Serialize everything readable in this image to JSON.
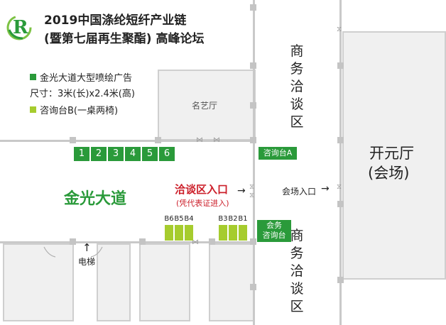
{
  "header": {
    "logo_letter": "R",
    "title_line1": "2019中国涤纶短纤产业链",
    "title_line2": "(暨第七届再生聚酯) 高峰论坛"
  },
  "legend": {
    "item1": "金光大道大型喷绘广告",
    "item1_size": "尺寸：3米(长)x2.4米(高)",
    "item2": "咨询台B(一桌两椅)",
    "item1_color": "#2a9a3a",
    "item2_color": "#a6cc2e"
  },
  "rooms": {
    "mingyi": "名艺厅",
    "kaiyuan_line1": "开元厅",
    "kaiyuan_line2": "(会场)",
    "business_chars": [
      "商",
      "务",
      "洽",
      "谈",
      "区"
    ]
  },
  "booths": [
    "1",
    "2",
    "3",
    "4",
    "5",
    "6"
  ],
  "main_road": "金光大道",
  "desk_a": "咨询台A",
  "entrance": {
    "label": "洽谈区入口",
    "note": "(凭代表证进入)",
    "color": "#cc1f2a"
  },
  "venue_entrance": "会场入口",
  "chairs": [
    "B6",
    "B5",
    "B4",
    "B3",
    "B2",
    "B1"
  ],
  "registration": {
    "line1": "会务",
    "line2": "咨询台"
  },
  "elevator": "电梯",
  "arrows": {
    "right": "→",
    "up": "↑"
  }
}
